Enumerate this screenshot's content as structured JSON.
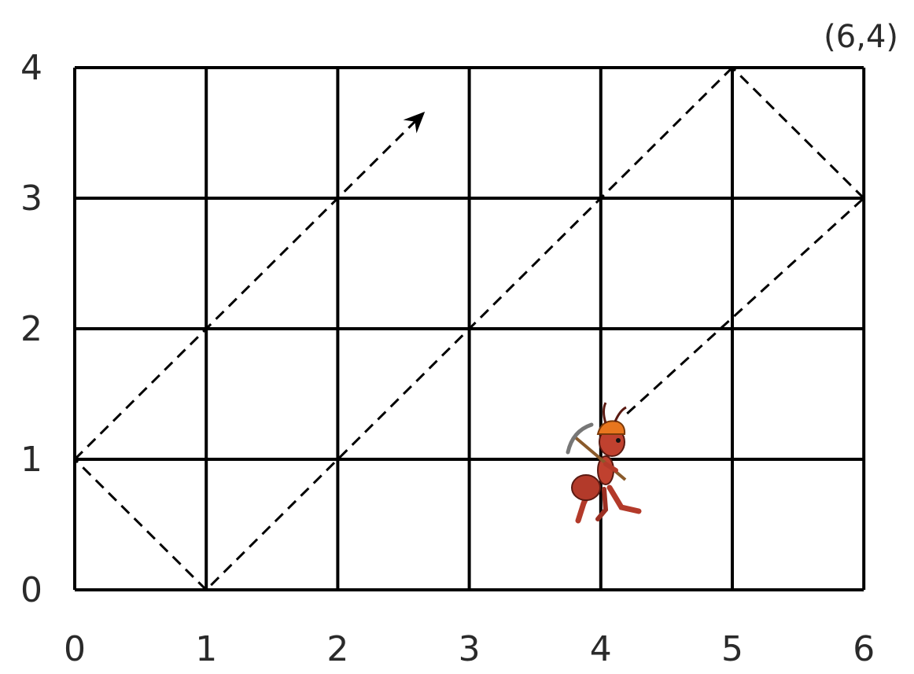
{
  "figure": {
    "corner_label": "(6,4)",
    "x_tick_labels": [
      "0",
      "1",
      "2",
      "3",
      "4",
      "5",
      "6"
    ],
    "y_tick_labels": [
      "0",
      "1",
      "2",
      "3",
      "4"
    ]
  },
  "grid": {
    "columns": 6,
    "rows": 4,
    "line_color": "#000000",
    "path_color": "#000000"
  },
  "path": {
    "points": [
      [
        4.2,
        1.35
      ],
      [
        6,
        3
      ],
      [
        5,
        4
      ],
      [
        1,
        0
      ],
      [
        0,
        1
      ],
      [
        2.65,
        3.65
      ]
    ],
    "arrowhead_at_end": true
  },
  "ant": {
    "icon": "ant-with-pickaxe-icon",
    "grid_position": [
      4,
      1
    ],
    "body_color": "#b33a2a",
    "helmet_color": "#e8761e"
  }
}
